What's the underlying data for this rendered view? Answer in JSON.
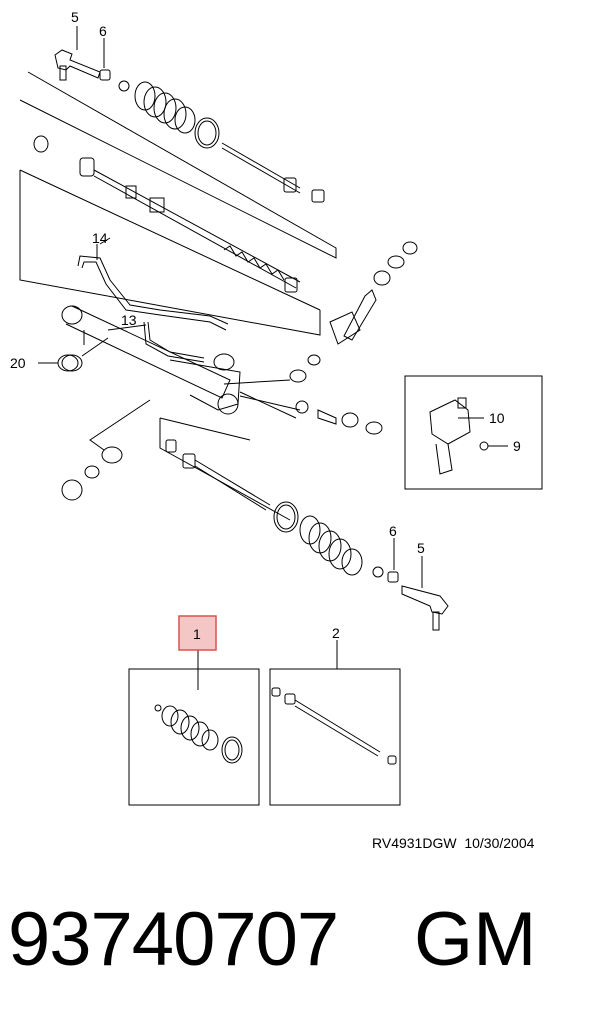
{
  "callouts": {
    "c5_top": "5",
    "c6_top": "6",
    "c14": "14",
    "c13": "13",
    "c20": "20",
    "c10": "10",
    "c9": "9",
    "c6_bottom": "6",
    "c5_bottom": "5",
    "c1": "1",
    "c2": "2"
  },
  "colors": {
    "highlight_fill": "#f5c6c6",
    "highlight_stroke": "#d9534f",
    "line": "#000000"
  },
  "footer": {
    "drawing_code": "RV4931DGW",
    "date": "10/30/2004"
  },
  "caption": {
    "part_number": "93740707",
    "brand": "GM"
  }
}
